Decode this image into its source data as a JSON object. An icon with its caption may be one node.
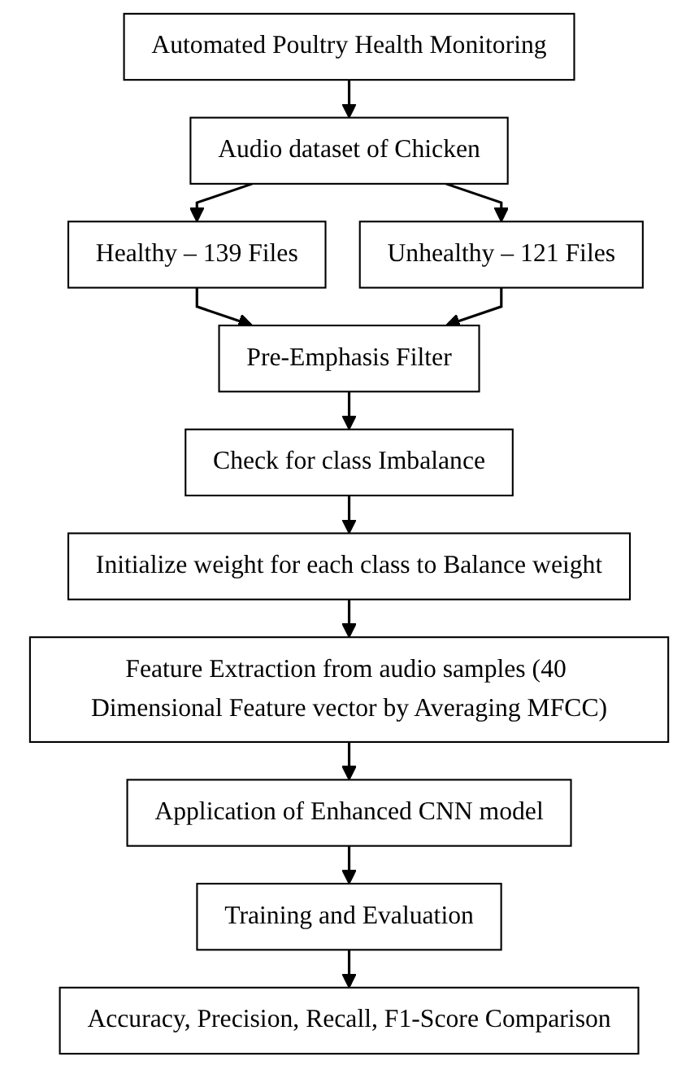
{
  "diagram": {
    "nodes": [
      {
        "text": [
          "Automated Poultry Health Monitoring"
        ]
      },
      {
        "text": [
          "Audio dataset of Chicken"
        ]
      },
      {
        "text": [
          "Healthy – 139 Files"
        ]
      },
      {
        "text": [
          "Unhealthy – 121 Files"
        ]
      },
      {
        "text": [
          "Pre-Emphasis Filter"
        ]
      },
      {
        "text": [
          "Check for class Imbalance"
        ]
      },
      {
        "text": [
          "Initialize weight for each class to Balance weight"
        ]
      },
      {
        "text": [
          "Feature Extraction from audio samples (40 Dimensional Feature vector by Averaging MFCC)"
        ]
      },
      {
        "text": [
          "Application of Enhanced CNN model"
        ]
      },
      {
        "text": [
          "Training and Evaluation"
        ]
      },
      {
        "text": [
          "Accuracy, Precision, Recall, F1-Score Comparison"
        ]
      }
    ],
    "edges": [
      {
        "from": 0,
        "to": 1,
        "arrow": "to"
      },
      {
        "from": 1,
        "to": 2,
        "arrow": "to"
      },
      {
        "from": 1,
        "to": 3,
        "arrow": "to"
      },
      {
        "from": 2,
        "to": 4,
        "arrow": "to"
      },
      {
        "from": 3,
        "to": 4,
        "arrow": "to"
      },
      {
        "from": 4,
        "to": 5,
        "arrow": "to"
      },
      {
        "from": 5,
        "to": 6,
        "arrow": "to"
      },
      {
        "from": 6,
        "to": 7,
        "arrow": "to"
      },
      {
        "from": 7,
        "to": 8,
        "arrow": "to"
      },
      {
        "from": 8,
        "to": 9,
        "arrow": "to"
      },
      {
        "from": 9,
        "to": 10,
        "arrow": "to"
      }
    ]
  }
}
